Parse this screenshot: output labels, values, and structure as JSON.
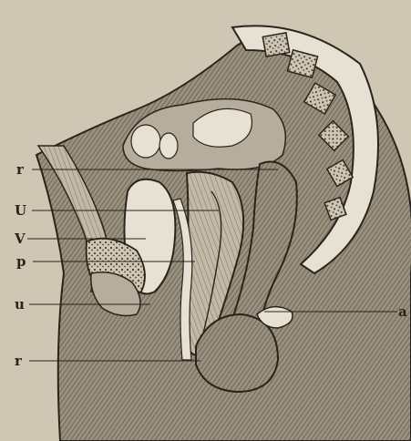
{
  "labels": {
    "r_top": "r",
    "U": "U",
    "V": "V",
    "p": "p",
    "u": "u",
    "r_bottom": "r",
    "a": "a"
  },
  "palette": {
    "paper": "#cfc6b3",
    "ink": "#2a241c",
    "skin_shade": "#8a8172",
    "skin_dark": "#5e564a",
    "organ_light": "#e7e1d3",
    "organ_mid": "#b6ad9c"
  }
}
